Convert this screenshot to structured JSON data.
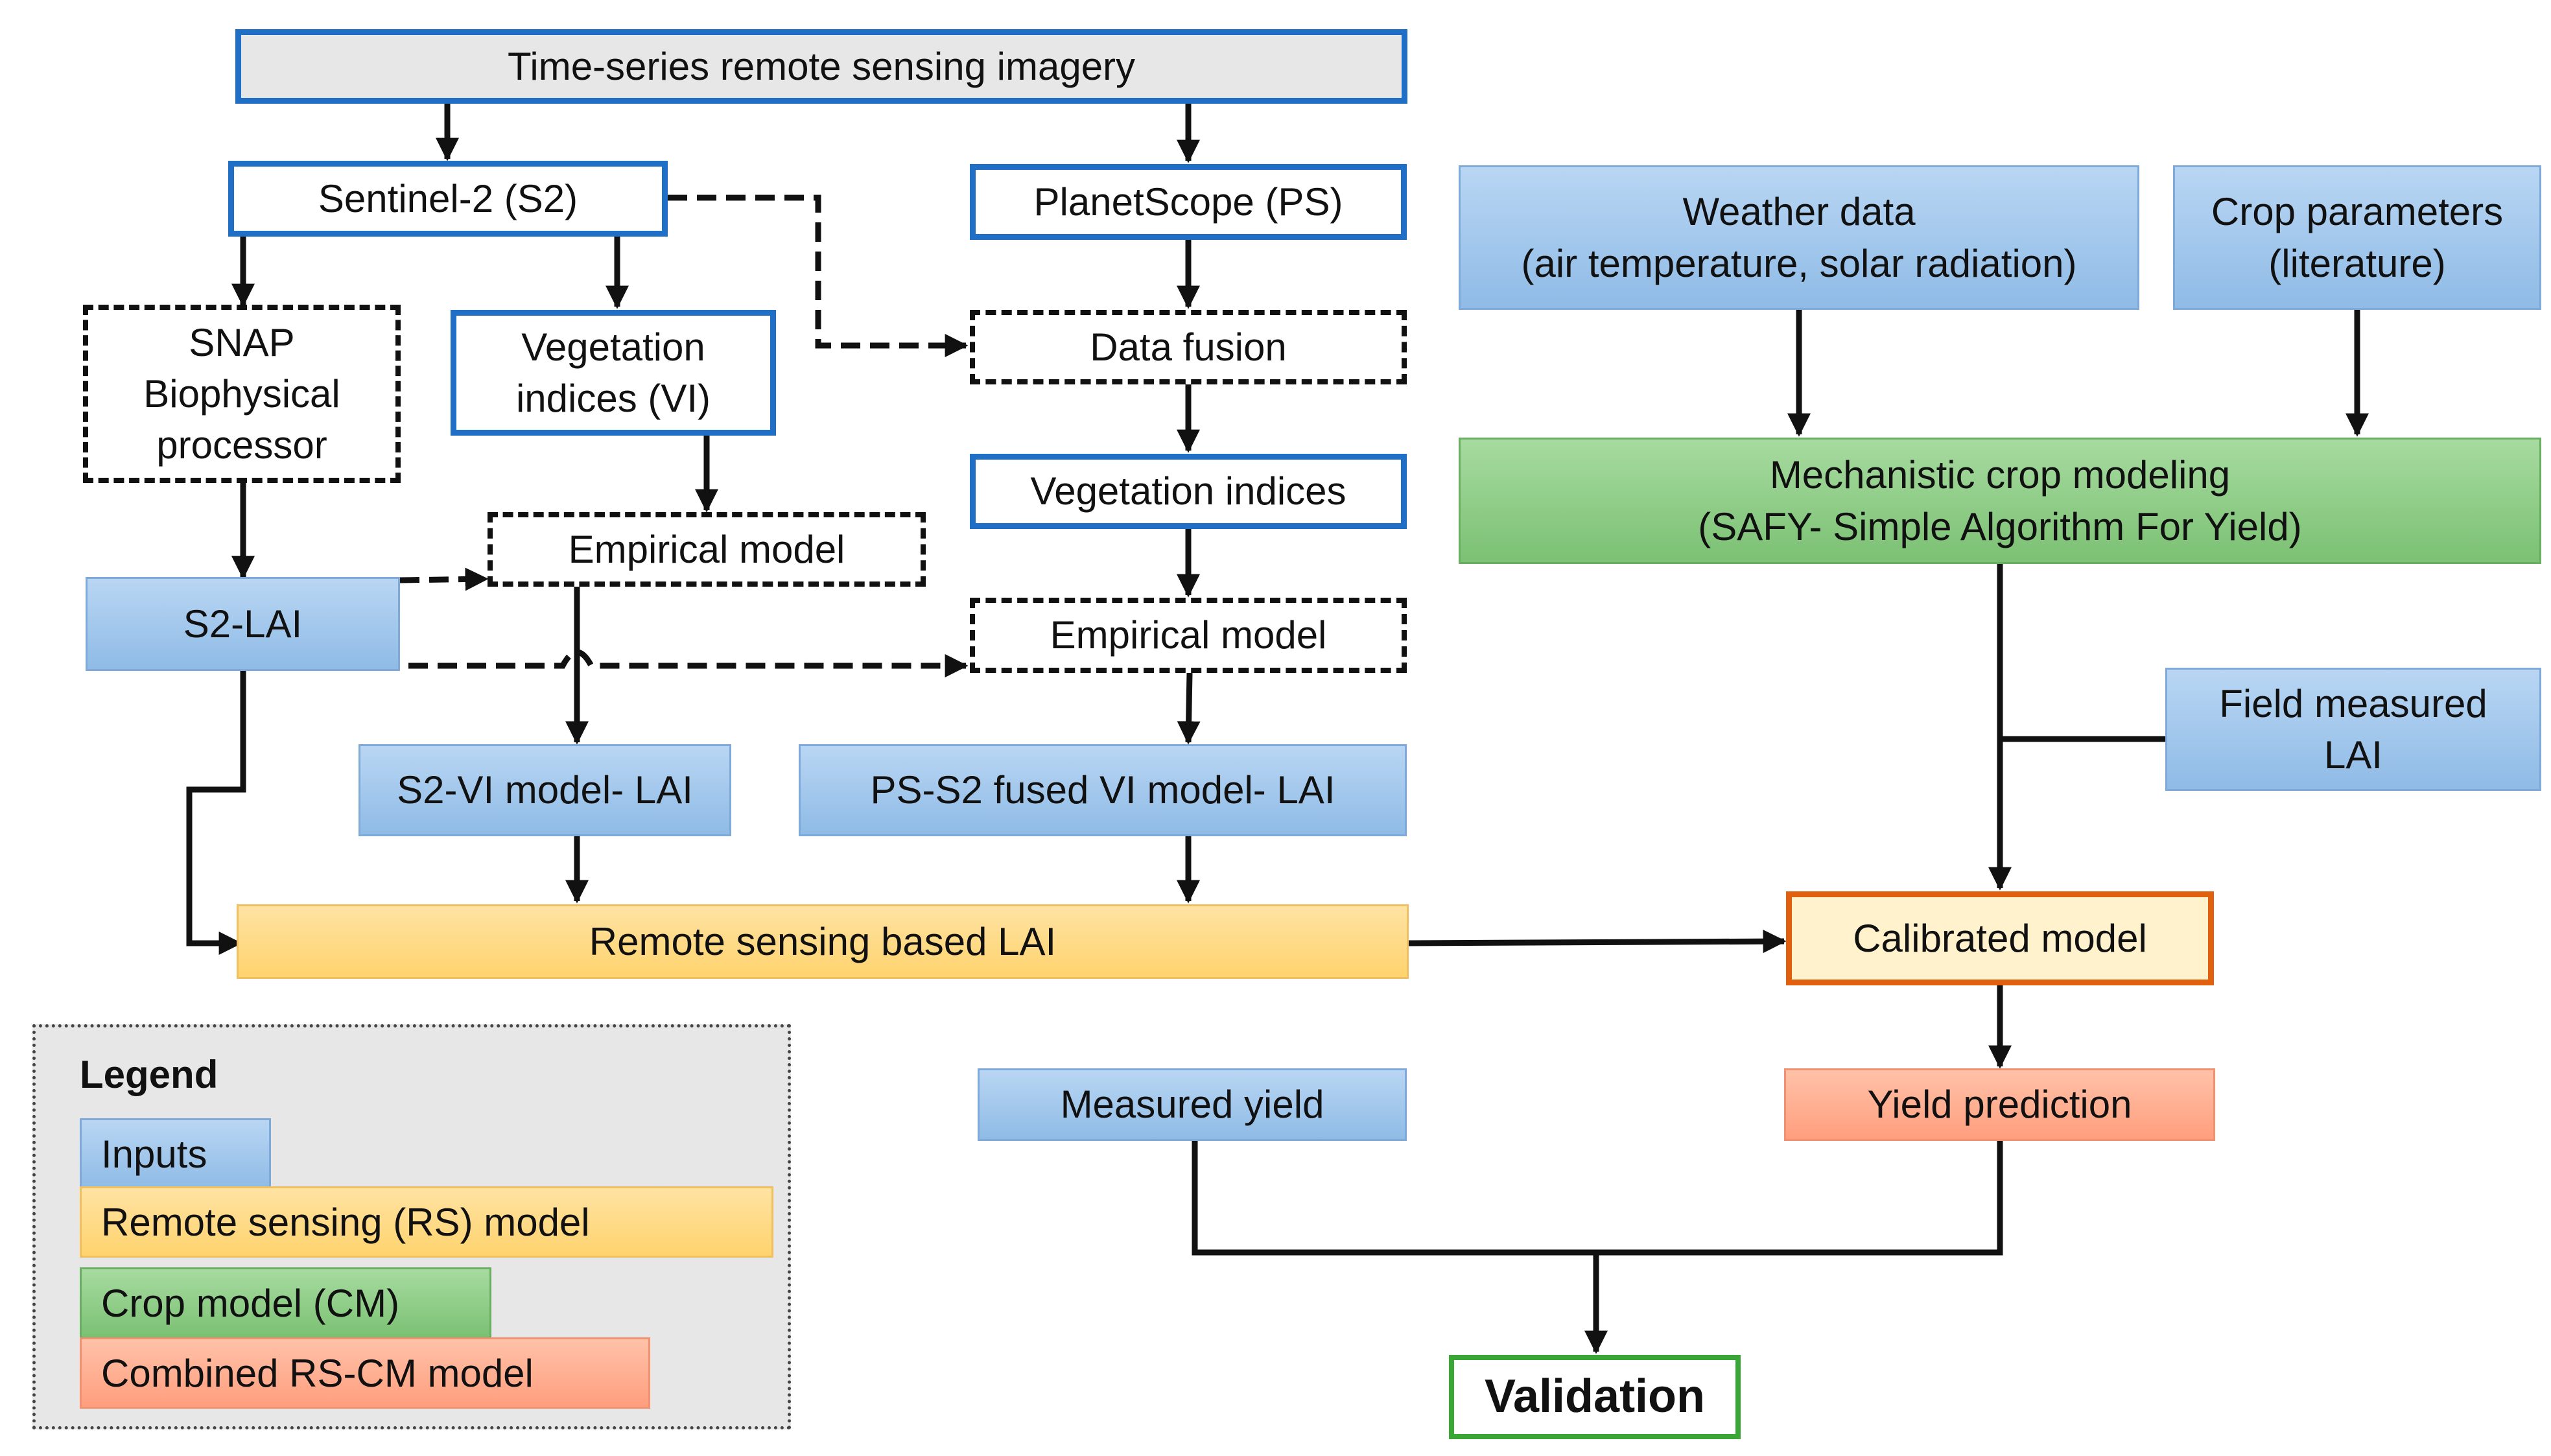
{
  "nodes": {
    "ts_imagery": "Time-series remote sensing imagery",
    "sentinel2": "Sentinel-2 (S2)",
    "planetscope": "PlanetScope (PS)",
    "snap": "SNAP\nBiophysical\nprocessor",
    "veg_vi": "Vegetation\nindices (VI)",
    "data_fusion": "Data fusion",
    "veg_indices": "Vegetation indices",
    "empirical1": "Empirical model",
    "empirical2": "Empirical model",
    "s2_lai": "S2-LAI",
    "s2vi_lai": "S2-VI model- LAI",
    "ps_s2_lai": "PS-S2 fused VI model- LAI",
    "rs_lai": "Remote sensing based LAI",
    "weather": "Weather data\n(air temperature, solar radiation)",
    "crop_params": "Crop parameters\n(literature)",
    "mech_model": "Mechanistic crop modeling\n(SAFY- Simple Algorithm For Yield)",
    "field_lai": "Field measured\nLAI",
    "calibrated": "Calibrated model",
    "measured_yield": "Measured yield",
    "yield_pred": "Yield prediction",
    "validation": "Validation"
  },
  "legend": {
    "title": "Legend",
    "items": [
      "Inputs",
      "Remote sensing (RS) model",
      "Crop model (CM)",
      "Combined RS-CM model"
    ]
  },
  "colors": {
    "input_blue": "#9cc3ea",
    "rs_yellow": "#ffd97e",
    "crop_green": "#8ecb86",
    "combined_salmon": "#ffad8c",
    "outline_blue": "#1e6fc5",
    "calibrated_orange": "#e06010",
    "validation_green": "#3aa635"
  }
}
